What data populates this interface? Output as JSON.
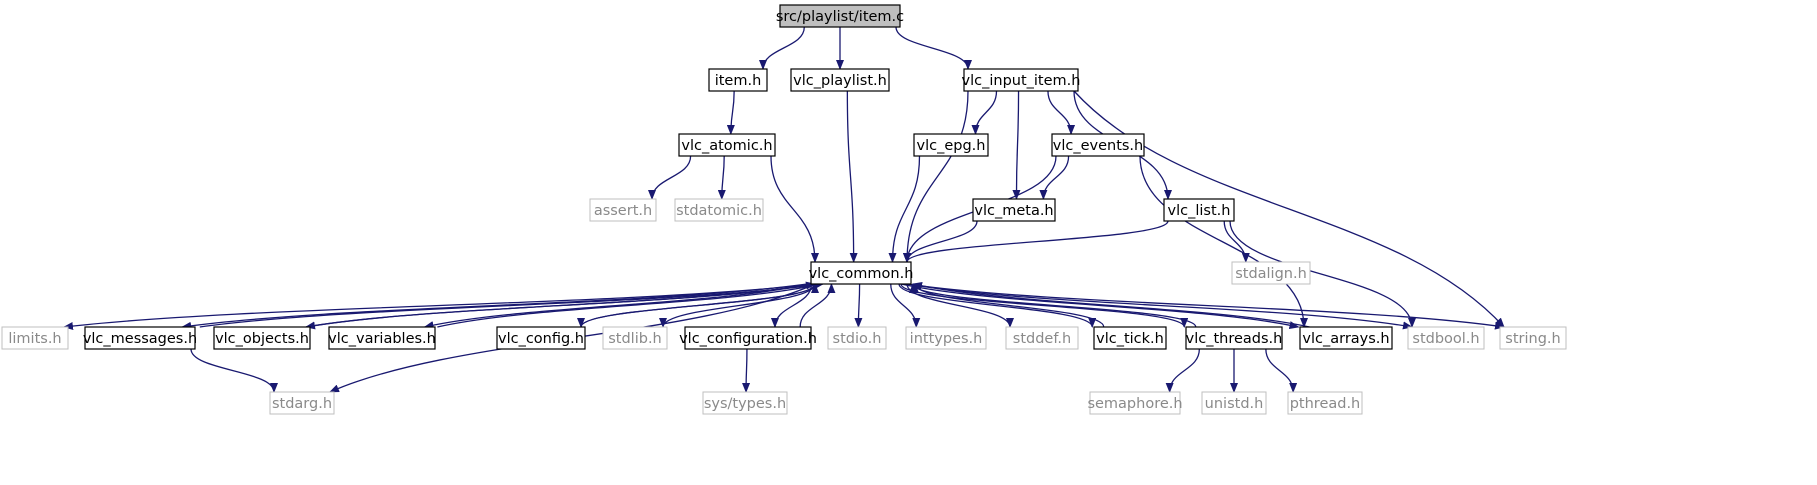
{
  "colors": {
    "edge": "#191970",
    "node_border": "#000000",
    "ext_border": "#bfbfbf",
    "ext_text": "#8a8a8a",
    "root_fill": "#bfbfbf",
    "text": "#000000"
  },
  "nodes": {
    "root": {
      "label": "src/playlist/item.c",
      "kind": "root"
    },
    "item_h": {
      "label": "item.h",
      "kind": "local"
    },
    "vlc_playlist_h": {
      "label": "vlc_playlist.h",
      "kind": "local"
    },
    "vlc_input_item_h": {
      "label": "vlc_input_item.h",
      "kind": "local"
    },
    "vlc_atomic_h": {
      "label": "vlc_atomic.h",
      "kind": "local"
    },
    "vlc_epg_h": {
      "label": "vlc_epg.h",
      "kind": "local"
    },
    "vlc_events_h": {
      "label": "vlc_events.h",
      "kind": "local"
    },
    "assert_h": {
      "label": "assert.h",
      "kind": "system"
    },
    "stdatomic_h": {
      "label": "stdatomic.h",
      "kind": "system"
    },
    "vlc_meta_h": {
      "label": "vlc_meta.h",
      "kind": "local"
    },
    "vlc_list_h": {
      "label": "vlc_list.h",
      "kind": "local"
    },
    "stdalign_h": {
      "label": "stdalign.h",
      "kind": "system"
    },
    "vlc_common_h": {
      "label": "vlc_common.h",
      "kind": "local"
    },
    "limits_h": {
      "label": "limits.h",
      "kind": "system"
    },
    "vlc_messages_h": {
      "label": "vlc_messages.h",
      "kind": "local"
    },
    "vlc_objects_h": {
      "label": "vlc_objects.h",
      "kind": "local"
    },
    "vlc_variables_h": {
      "label": "vlc_variables.h",
      "kind": "local"
    },
    "vlc_config_h": {
      "label": "vlc_config.h",
      "kind": "local"
    },
    "stdlib_h": {
      "label": "stdlib.h",
      "kind": "system"
    },
    "vlc_configuration_h": {
      "label": "vlc_configuration.h",
      "kind": "local"
    },
    "stdio_h": {
      "label": "stdio.h",
      "kind": "system"
    },
    "inttypes_h": {
      "label": "inttypes.h",
      "kind": "system"
    },
    "stddef_h": {
      "label": "stddef.h",
      "kind": "system"
    },
    "vlc_tick_h": {
      "label": "vlc_tick.h",
      "kind": "local"
    },
    "vlc_threads_h": {
      "label": "vlc_threads.h",
      "kind": "local"
    },
    "vlc_arrays_h": {
      "label": "vlc_arrays.h",
      "kind": "local"
    },
    "stdbool_h": {
      "label": "stdbool.h",
      "kind": "system"
    },
    "string_h": {
      "label": "string.h",
      "kind": "system"
    },
    "stdarg_h": {
      "label": "stdarg.h",
      "kind": "system"
    },
    "sys_types_h": {
      "label": "sys/types.h",
      "kind": "system"
    },
    "semaphore_h": {
      "label": "semaphore.h",
      "kind": "system"
    },
    "unistd_h": {
      "label": "unistd.h",
      "kind": "system"
    },
    "pthread_h": {
      "label": "pthread.h",
      "kind": "system"
    }
  },
  "edges": [
    [
      "root",
      "item_h"
    ],
    [
      "root",
      "vlc_playlist_h"
    ],
    [
      "root",
      "vlc_input_item_h"
    ],
    [
      "item_h",
      "vlc_atomic_h"
    ],
    [
      "vlc_atomic_h",
      "assert_h"
    ],
    [
      "vlc_atomic_h",
      "stdatomic_h"
    ],
    [
      "vlc_atomic_h",
      "vlc_common_h"
    ],
    [
      "vlc_playlist_h",
      "vlc_common_h"
    ],
    [
      "vlc_input_item_h",
      "vlc_common_h"
    ],
    [
      "vlc_input_item_h",
      "vlc_epg_h"
    ],
    [
      "vlc_input_item_h",
      "vlc_meta_h"
    ],
    [
      "vlc_input_item_h",
      "vlc_events_h"
    ],
    [
      "vlc_input_item_h",
      "vlc_list_h"
    ],
    [
      "vlc_input_item_h",
      "string_h"
    ],
    [
      "vlc_epg_h",
      "vlc_common_h"
    ],
    [
      "vlc_events_h",
      "vlc_meta_h"
    ],
    [
      "vlc_events_h",
      "vlc_common_h"
    ],
    [
      "vlc_events_h",
      "vlc_arrays_h"
    ],
    [
      "vlc_meta_h",
      "vlc_common_h"
    ],
    [
      "vlc_list_h",
      "vlc_common_h"
    ],
    [
      "vlc_list_h",
      "stdalign_h"
    ],
    [
      "vlc_list_h",
      "stdbool_h"
    ],
    [
      "vlc_common_h",
      "limits_h"
    ],
    [
      "vlc_common_h",
      "vlc_messages_h"
    ],
    [
      "vlc_common_h",
      "vlc_objects_h"
    ],
    [
      "vlc_common_h",
      "vlc_variables_h"
    ],
    [
      "vlc_common_h",
      "vlc_config_h"
    ],
    [
      "vlc_common_h",
      "stdlib_h"
    ],
    [
      "vlc_common_h",
      "vlc_configuration_h"
    ],
    [
      "vlc_common_h",
      "stdio_h"
    ],
    [
      "vlc_common_h",
      "inttypes_h"
    ],
    [
      "vlc_common_h",
      "stddef_h"
    ],
    [
      "vlc_common_h",
      "vlc_tick_h"
    ],
    [
      "vlc_common_h",
      "vlc_threads_h"
    ],
    [
      "vlc_common_h",
      "vlc_arrays_h"
    ],
    [
      "vlc_common_h",
      "stdbool_h"
    ],
    [
      "vlc_common_h",
      "string_h"
    ],
    [
      "vlc_common_h",
      "stdarg_h"
    ],
    [
      "vlc_messages_h",
      "vlc_common_h"
    ],
    [
      "vlc_messages_h",
      "stdarg_h"
    ],
    [
      "vlc_objects_h",
      "vlc_common_h"
    ],
    [
      "vlc_variables_h",
      "vlc_common_h"
    ],
    [
      "vlc_config_h",
      "vlc_common_h"
    ],
    [
      "vlc_configuration_h",
      "vlc_common_h"
    ],
    [
      "vlc_configuration_h",
      "sys_types_h"
    ],
    [
      "vlc_tick_h",
      "vlc_common_h"
    ],
    [
      "vlc_threads_h",
      "vlc_common_h"
    ],
    [
      "vlc_threads_h",
      "semaphore_h"
    ],
    [
      "vlc_threads_h",
      "unistd_h"
    ],
    [
      "vlc_threads_h",
      "pthread_h"
    ],
    [
      "vlc_arrays_h",
      "vlc_common_h"
    ]
  ]
}
